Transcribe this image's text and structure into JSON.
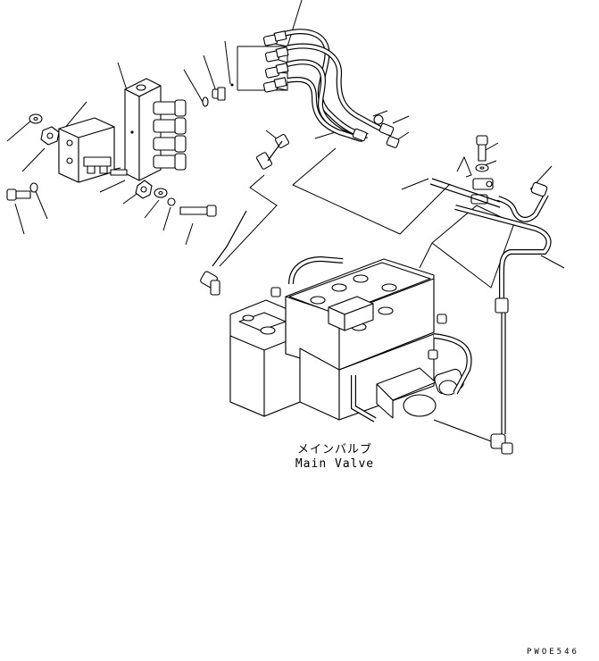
{
  "figure": {
    "part_name_jp": "メインバルブ",
    "part_name_en": "Main Valve",
    "drawing_code": "PWOE546"
  },
  "icons": {
    "main_valve": "main-valve-icon",
    "manifold_block": "manifold-block-icon",
    "mounting_bracket": "bracket-icon",
    "hose": "hose-icon",
    "tube": "tube-icon",
    "bolt": "bolt-icon",
    "washer": "washer-icon",
    "nut": "nut-icon",
    "fitting": "fitting-icon",
    "clamp": "clamp-icon"
  },
  "colors": {
    "line": "#000000",
    "background": "#ffffff"
  }
}
